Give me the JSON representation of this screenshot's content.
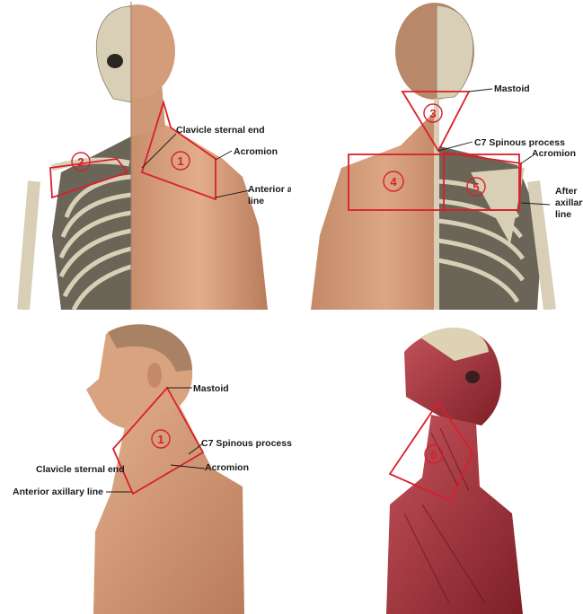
{
  "panels": {
    "front": {
      "zone1": "1",
      "zone2": "2",
      "clavicle_sternal_end": "Clavicle sternal end",
      "acromion": "Acromion",
      "anterior_axillary_line": [
        "Anterior axillary",
        "line"
      ]
    },
    "back": {
      "zone3": "3",
      "zone4": "4",
      "zone5": "5",
      "mastoid": "Mastoid",
      "c7_spinous_process": "C7 Spinous process",
      "acromion": "Acromion",
      "after_axillary_line": [
        "After",
        "axillary",
        "line"
      ]
    },
    "side": {
      "zone1": "1",
      "mastoid": "Mastoid",
      "c7_spinous_process": "C7 Spinous process",
      "acromion": "Acromion",
      "clavicle_sternal_end": "Clavicle sternal end",
      "anterior_axillary_line": "Anterior axillary line"
    },
    "muscle": {
      "zone6": "6"
    }
  },
  "colors": {
    "zone_outline": "#d8202a",
    "skin": "#d9a17e",
    "bone": "#d8cfb6",
    "muscle": "#a8303a"
  }
}
